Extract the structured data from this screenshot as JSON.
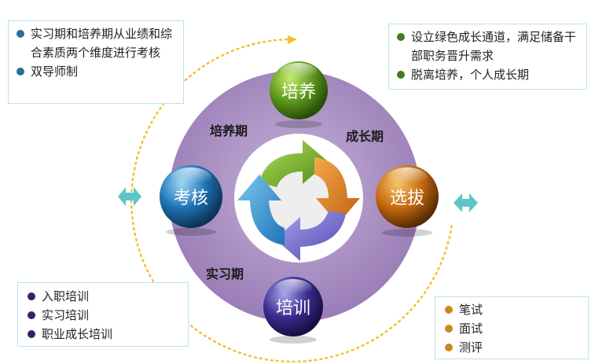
{
  "top_left_box": {
    "items": [
      "实习期和培养期从业绩和综合素质两个维度进行考核",
      "双导师制"
    ],
    "bullet_color": "#2a6f9a"
  },
  "top_right_box": {
    "items": [
      "设立绿色成长通道，满足储备干部职务晋升需求",
      "脱离培养，个人成长期"
    ],
    "bullet_color": "#3c7f1e"
  },
  "bottom_left_box": {
    "items": [
      "入职培训",
      "实习培训",
      "职业成长培训"
    ],
    "bullet_color": "#3b1f6b"
  },
  "bottom_right_box": {
    "items": [
      "笔试",
      "面试",
      "测评"
    ],
    "bullet_color": "#c98a1b"
  },
  "spheres": {
    "top": "培养",
    "left": "考核",
    "right": "选拔",
    "bottom": "培训"
  },
  "phases": {
    "training_period": "培养期",
    "growth_period": "成长期",
    "internship_period": "实习期"
  },
  "colors": {
    "disc": "#a98fc0",
    "green": "#5d9a1c",
    "orange": "#d36d18",
    "blue": "#1e73b3",
    "purple": "#3b2c8f",
    "dotted_arc": "#f2c230",
    "side_arrows": "#5fc4c8"
  }
}
